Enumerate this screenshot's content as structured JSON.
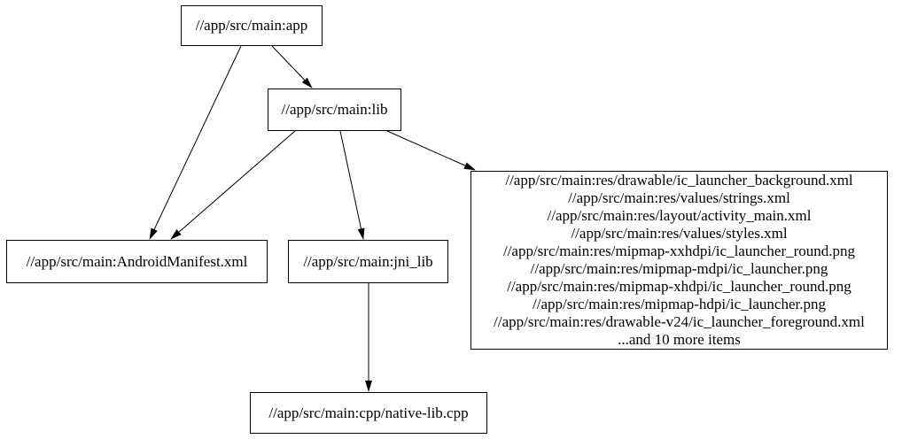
{
  "graph": {
    "kind": "build-target dependency graph",
    "colors": {
      "background": "#ffffff",
      "node_border": "#000000",
      "edge": "#000000",
      "text": "#000000"
    },
    "nodes": {
      "app": {
        "label": "//app/src/main:app"
      },
      "lib": {
        "label": "//app/src/main:lib"
      },
      "manifest": {
        "label": "//app/src/main:AndroidManifest.xml"
      },
      "jni_lib": {
        "label": "//app/src/main:jni_lib"
      },
      "resources": {
        "lines": [
          "//app/src/main:res/drawable/ic_launcher_background.xml",
          "//app/src/main:res/values/strings.xml",
          "//app/src/main:res/layout/activity_main.xml",
          "//app/src/main:res/values/styles.xml",
          "//app/src/main:res/mipmap-xxhdpi/ic_launcher_round.png",
          "//app/src/main:res/mipmap-mdpi/ic_launcher.png",
          "//app/src/main:res/mipmap-xhdpi/ic_launcher_round.png",
          "//app/src/main:res/mipmap-hdpi/ic_launcher.png",
          "//app/src/main:res/drawable-v24/ic_launcher_foreground.xml",
          "...and 10 more items"
        ]
      },
      "native_lib_cpp": {
        "label": "//app/src/main:cpp/native-lib.cpp"
      }
    },
    "edges": [
      {
        "from": "app",
        "to": "lib"
      },
      {
        "from": "app",
        "to": "manifest"
      },
      {
        "from": "lib",
        "to": "manifest"
      },
      {
        "from": "lib",
        "to": "jni_lib"
      },
      {
        "from": "lib",
        "to": "resources"
      },
      {
        "from": "jni_lib",
        "to": "native_lib_cpp"
      }
    ]
  }
}
